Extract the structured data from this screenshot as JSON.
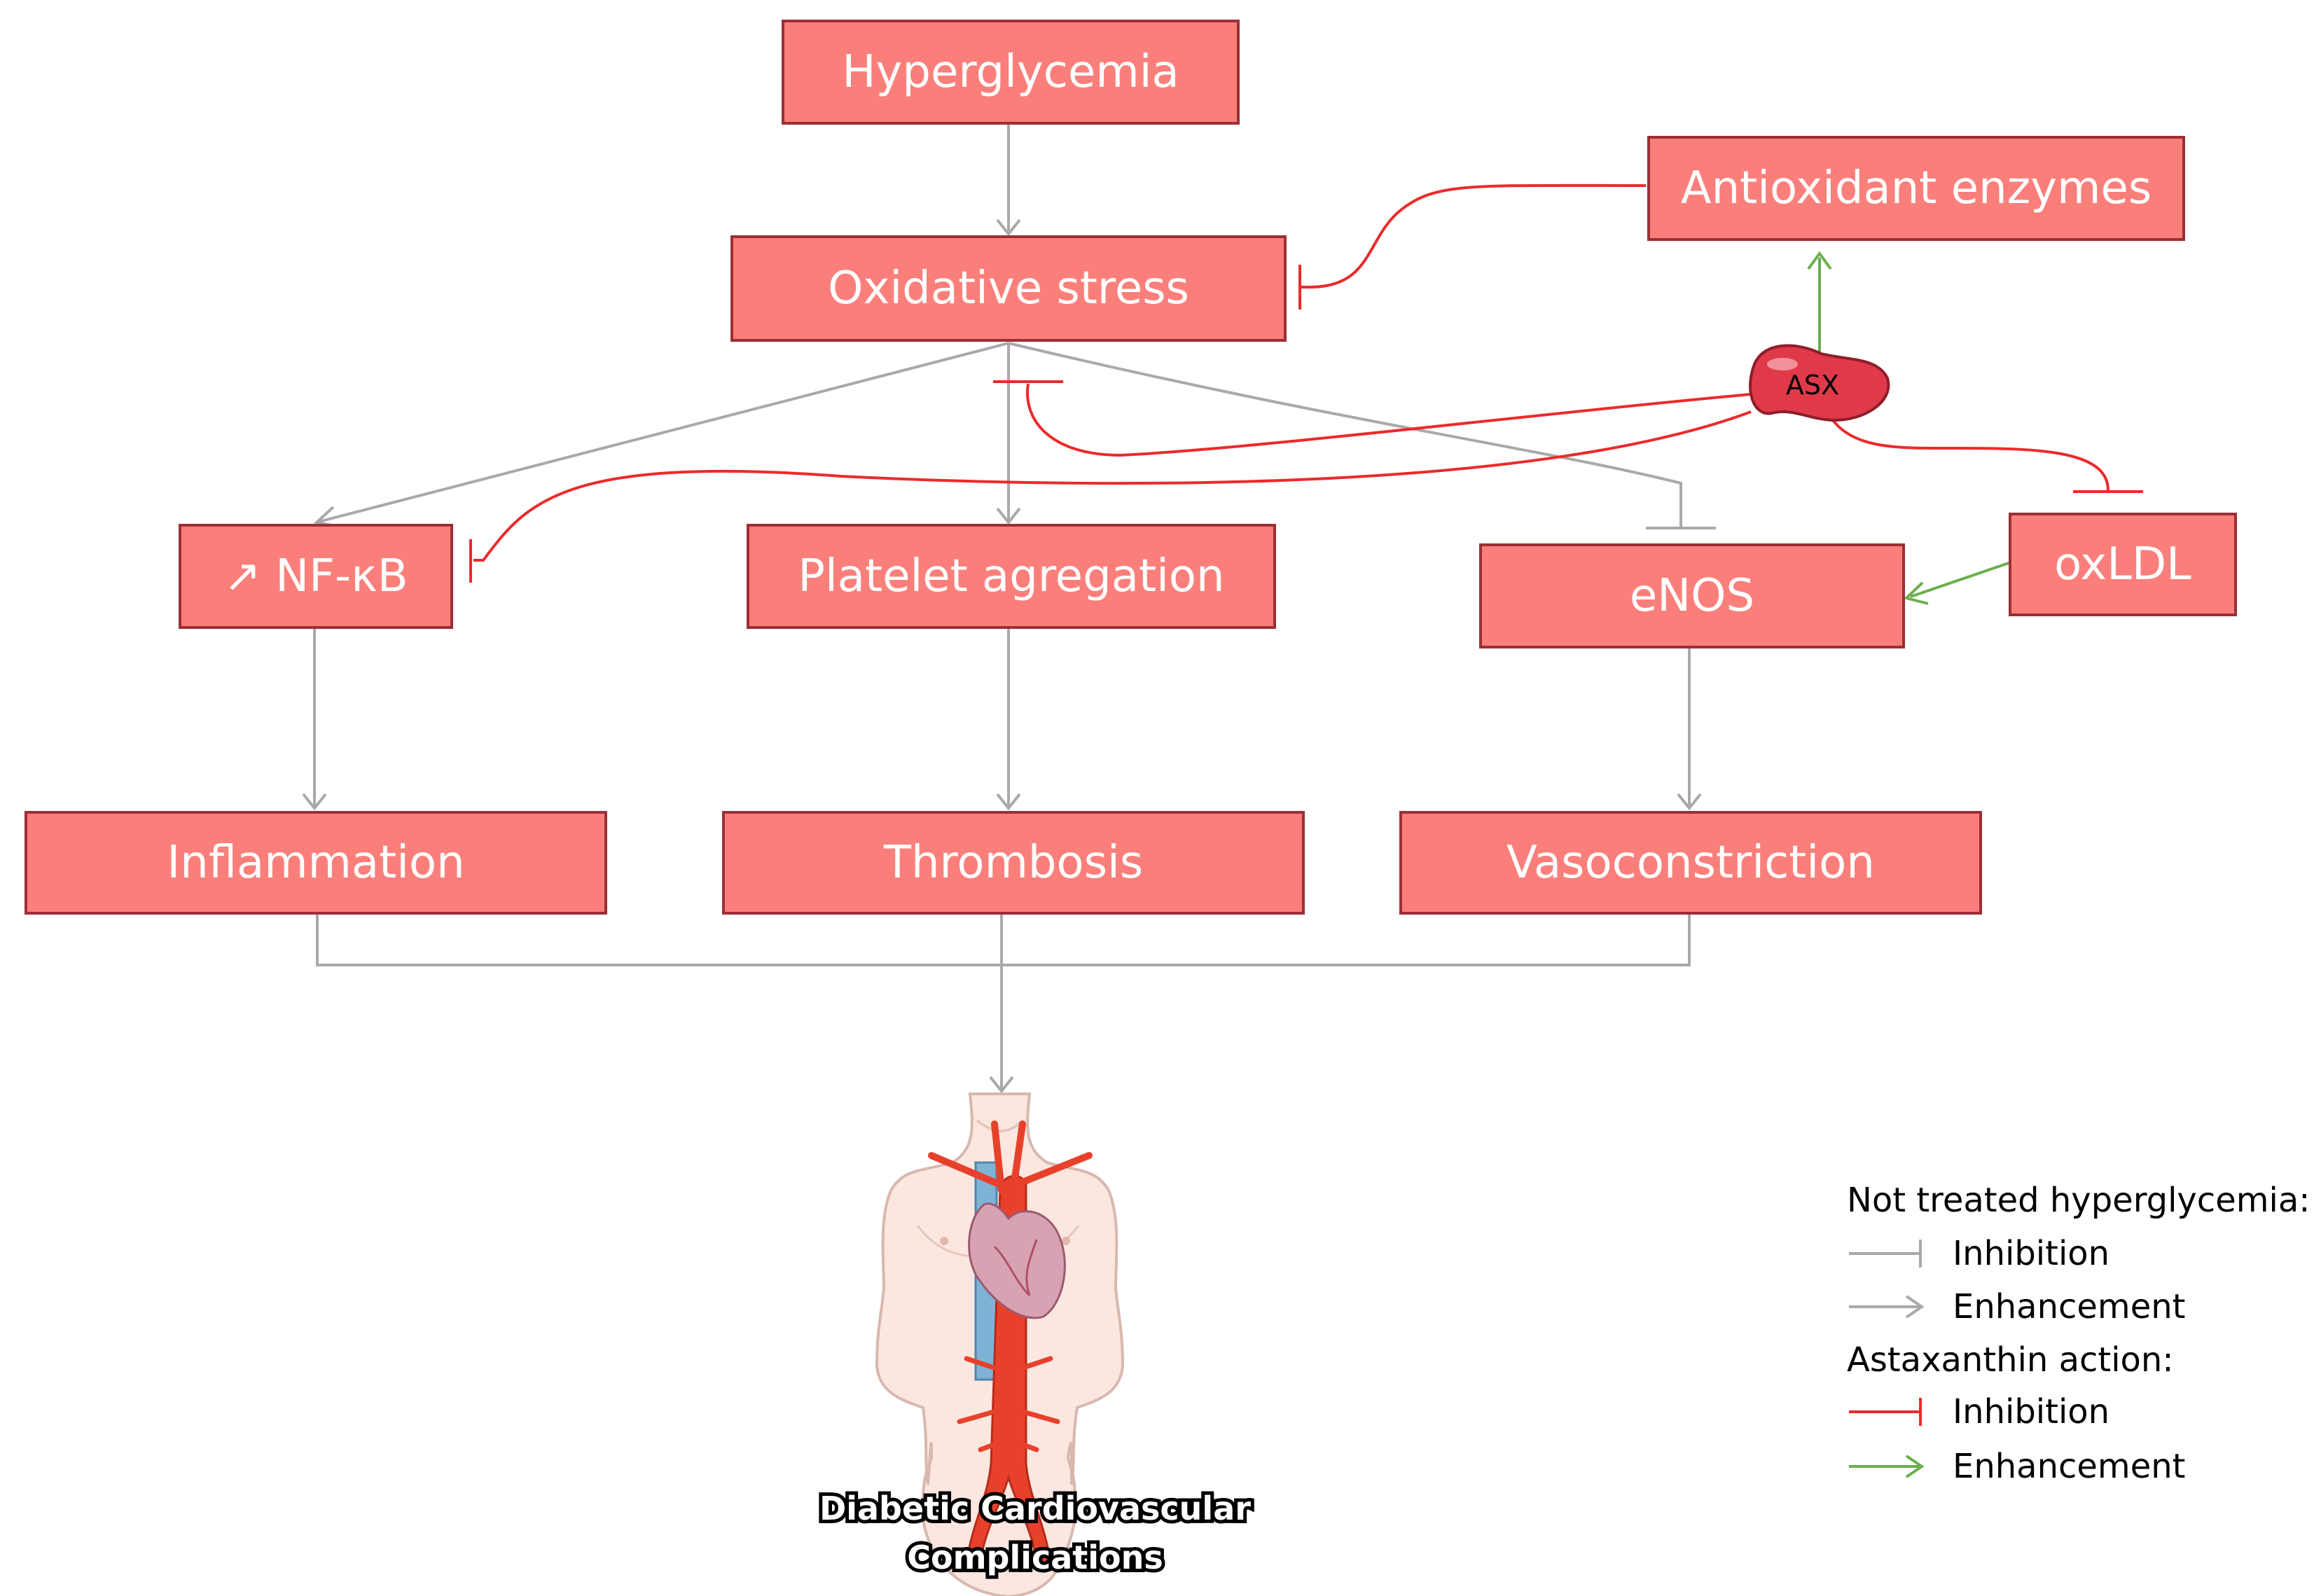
{
  "nodes": {
    "hyperglycemia": "Hyperglycemia",
    "oxidative_stress": "Oxidative stress",
    "antioxidant_enzymes": "Antioxidant enzymes",
    "asx": "ASX",
    "nfkb": "↗ NF-κB",
    "platelet": "Platelet agregation",
    "enos": "eNOS",
    "oxldl": "oxLDL",
    "inflammation": "Inflammation",
    "thrombosis": "Thrombosis",
    "vasoconstriction": "Vasoconstriction"
  },
  "caption": {
    "line1": "Diabetic Cardiovascular",
    "line2": "Complications"
  },
  "legend": {
    "untreated_title": "Not treated hyperglycemia:",
    "untreated_inhibition": "Inhibition",
    "untreated_enhancement": "Enhancement",
    "asx_title": "Astaxanthin action:",
    "asx_inhibition": "Inhibition",
    "asx_enhancement": "Enhancement"
  },
  "colors": {
    "box_fill": "#fa7f7b",
    "box_border": "#9c2f35",
    "untreated_arrow": "#a9a9a9",
    "asx_inhibition": "#ec2a2a",
    "asx_enhancement": "#6ab04c",
    "asx_fill": "#e03a4a"
  }
}
